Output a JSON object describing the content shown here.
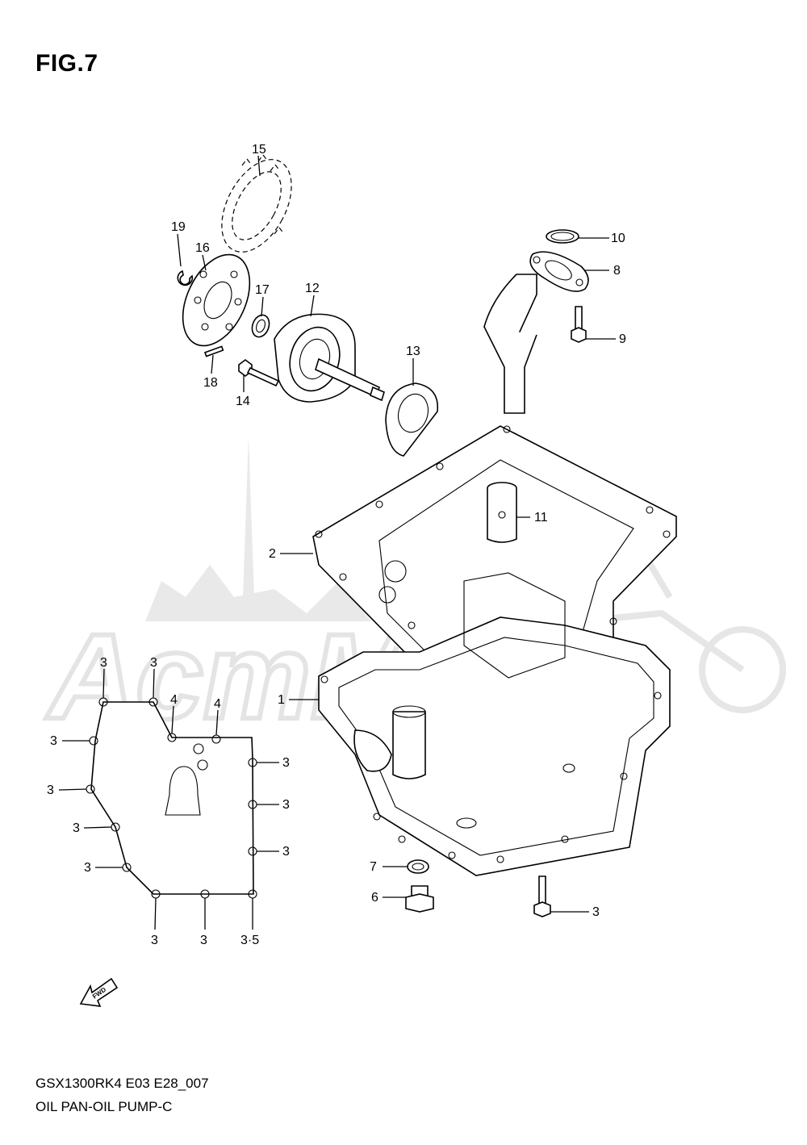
{
  "figure": {
    "title": "FIG.7",
    "model_code": "GSX1300RK4 E03 E28_007",
    "section_name": "OIL PAN-OIL PUMP-C",
    "fwd_mark": "FWD"
  },
  "watermark": {
    "text": "AcmMoto"
  },
  "callouts": {
    "c1": "1",
    "c2": "2",
    "c3": "3",
    "c4": "4",
    "c5": "3·5",
    "c6": "6",
    "c7": "7",
    "c8": "8",
    "c9": "9",
    "c10": "10",
    "c11": "11",
    "c12": "12",
    "c13": "13",
    "c14": "14",
    "c15": "15",
    "c16": "16",
    "c17": "17",
    "c18": "18",
    "c19": "19"
  }
}
